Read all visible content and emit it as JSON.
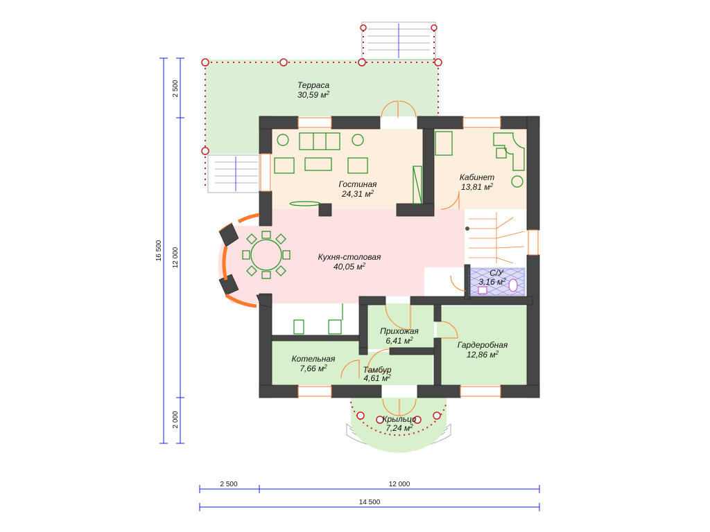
{
  "rooms": {
    "terrace": {
      "name": "Терраса",
      "area": "30,59 м",
      "sup": "2"
    },
    "living": {
      "name": "Гостиная",
      "area": "24,31 м",
      "sup": "2"
    },
    "study": {
      "name": "Кабинет",
      "area": "13,81 м",
      "sup": "2"
    },
    "kitchen": {
      "name": "Кухня-столовая",
      "area": "40,05 м",
      "sup": "2"
    },
    "wc": {
      "name": "С/У",
      "area": "3,16 м",
      "sup": "2"
    },
    "hall": {
      "name": "Прихожая",
      "area": "6,41 м",
      "sup": "2"
    },
    "wardrobe": {
      "name": "Гардеробная",
      "area": "12,86 м",
      "sup": "2"
    },
    "boiler": {
      "name": "Котельная",
      "area": "7,66 м",
      "sup": "2"
    },
    "vestibule": {
      "name": "Тамбур",
      "area": "4,61 м",
      "sup": "2"
    },
    "porch": {
      "name": "Крыльцо",
      "area": "7,24 м",
      "sup": "2"
    }
  },
  "dimensions": {
    "left_total": "16 500",
    "left_12000": "12 000",
    "left_2500": "2 500",
    "left_2000": "2 000",
    "bottom_2500": "2 500",
    "bottom_12000": "12 000",
    "bottom_total": "14 500"
  },
  "colors": {
    "terrace_fill": "#dcefd6",
    "room_green": "#d8f0cc",
    "room_peach": "#fdeedd",
    "kitchen_pink": "#fde2e2",
    "wc_fill": "#dcdcf6",
    "wall": "#464646",
    "dimension": "#1a1aff",
    "window": "#ff7a2a"
  }
}
